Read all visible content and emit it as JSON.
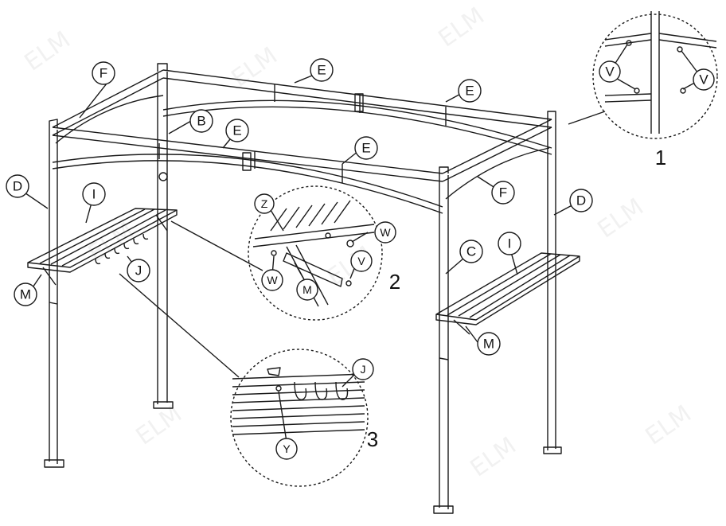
{
  "watermark": "ELM",
  "parts": {
    "B": "B",
    "C": "C",
    "D": "D",
    "E": "E",
    "F": "F",
    "I": "I",
    "J": "J",
    "M": "M",
    "V": "V",
    "W": "W",
    "Y": "Y",
    "Z": "Z"
  },
  "details": {
    "one": "1",
    "two": "2",
    "three": "3"
  },
  "colors": {
    "line": "#1a1a1a",
    "watermark": "#000000"
  }
}
